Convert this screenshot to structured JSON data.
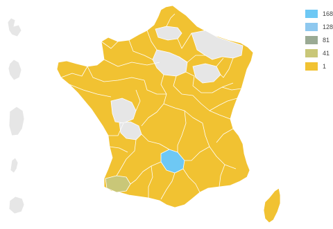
{
  "legend": {
    "items": [
      {
        "label": "168",
        "color": "#6ec8f4"
      },
      {
        "label": "128",
        "color": "#8ec8ef"
      },
      {
        "label": "81",
        "color": "#9aaa94"
      },
      {
        "label": "41",
        "color": "#c9c778"
      },
      {
        "label": "1",
        "color": "#f1c232"
      }
    ]
  },
  "colors": {
    "no_data": "#e6e6e6",
    "default_fill": "#f1c232",
    "border": "#ffffff"
  },
  "map_data": {
    "regions": [
      {
        "id": "aveyron",
        "bin": 0
      },
      {
        "id": "pyrenees-atlantiques",
        "bin": 3
      },
      {
        "id": "corse",
        "bin": 4
      },
      {
        "id": "gironde",
        "bin": 4
      },
      {
        "id": "creuse",
        "bin": 4
      },
      {
        "id": "indre",
        "bin": 4
      },
      {
        "id": "marne",
        "bin": 4
      }
    ],
    "no_data_regions": [
      "paris-basin-east",
      "paris-basin-south",
      "somme-east",
      "meuse-moselle",
      "vienne-charente",
      "aube"
    ]
  }
}
